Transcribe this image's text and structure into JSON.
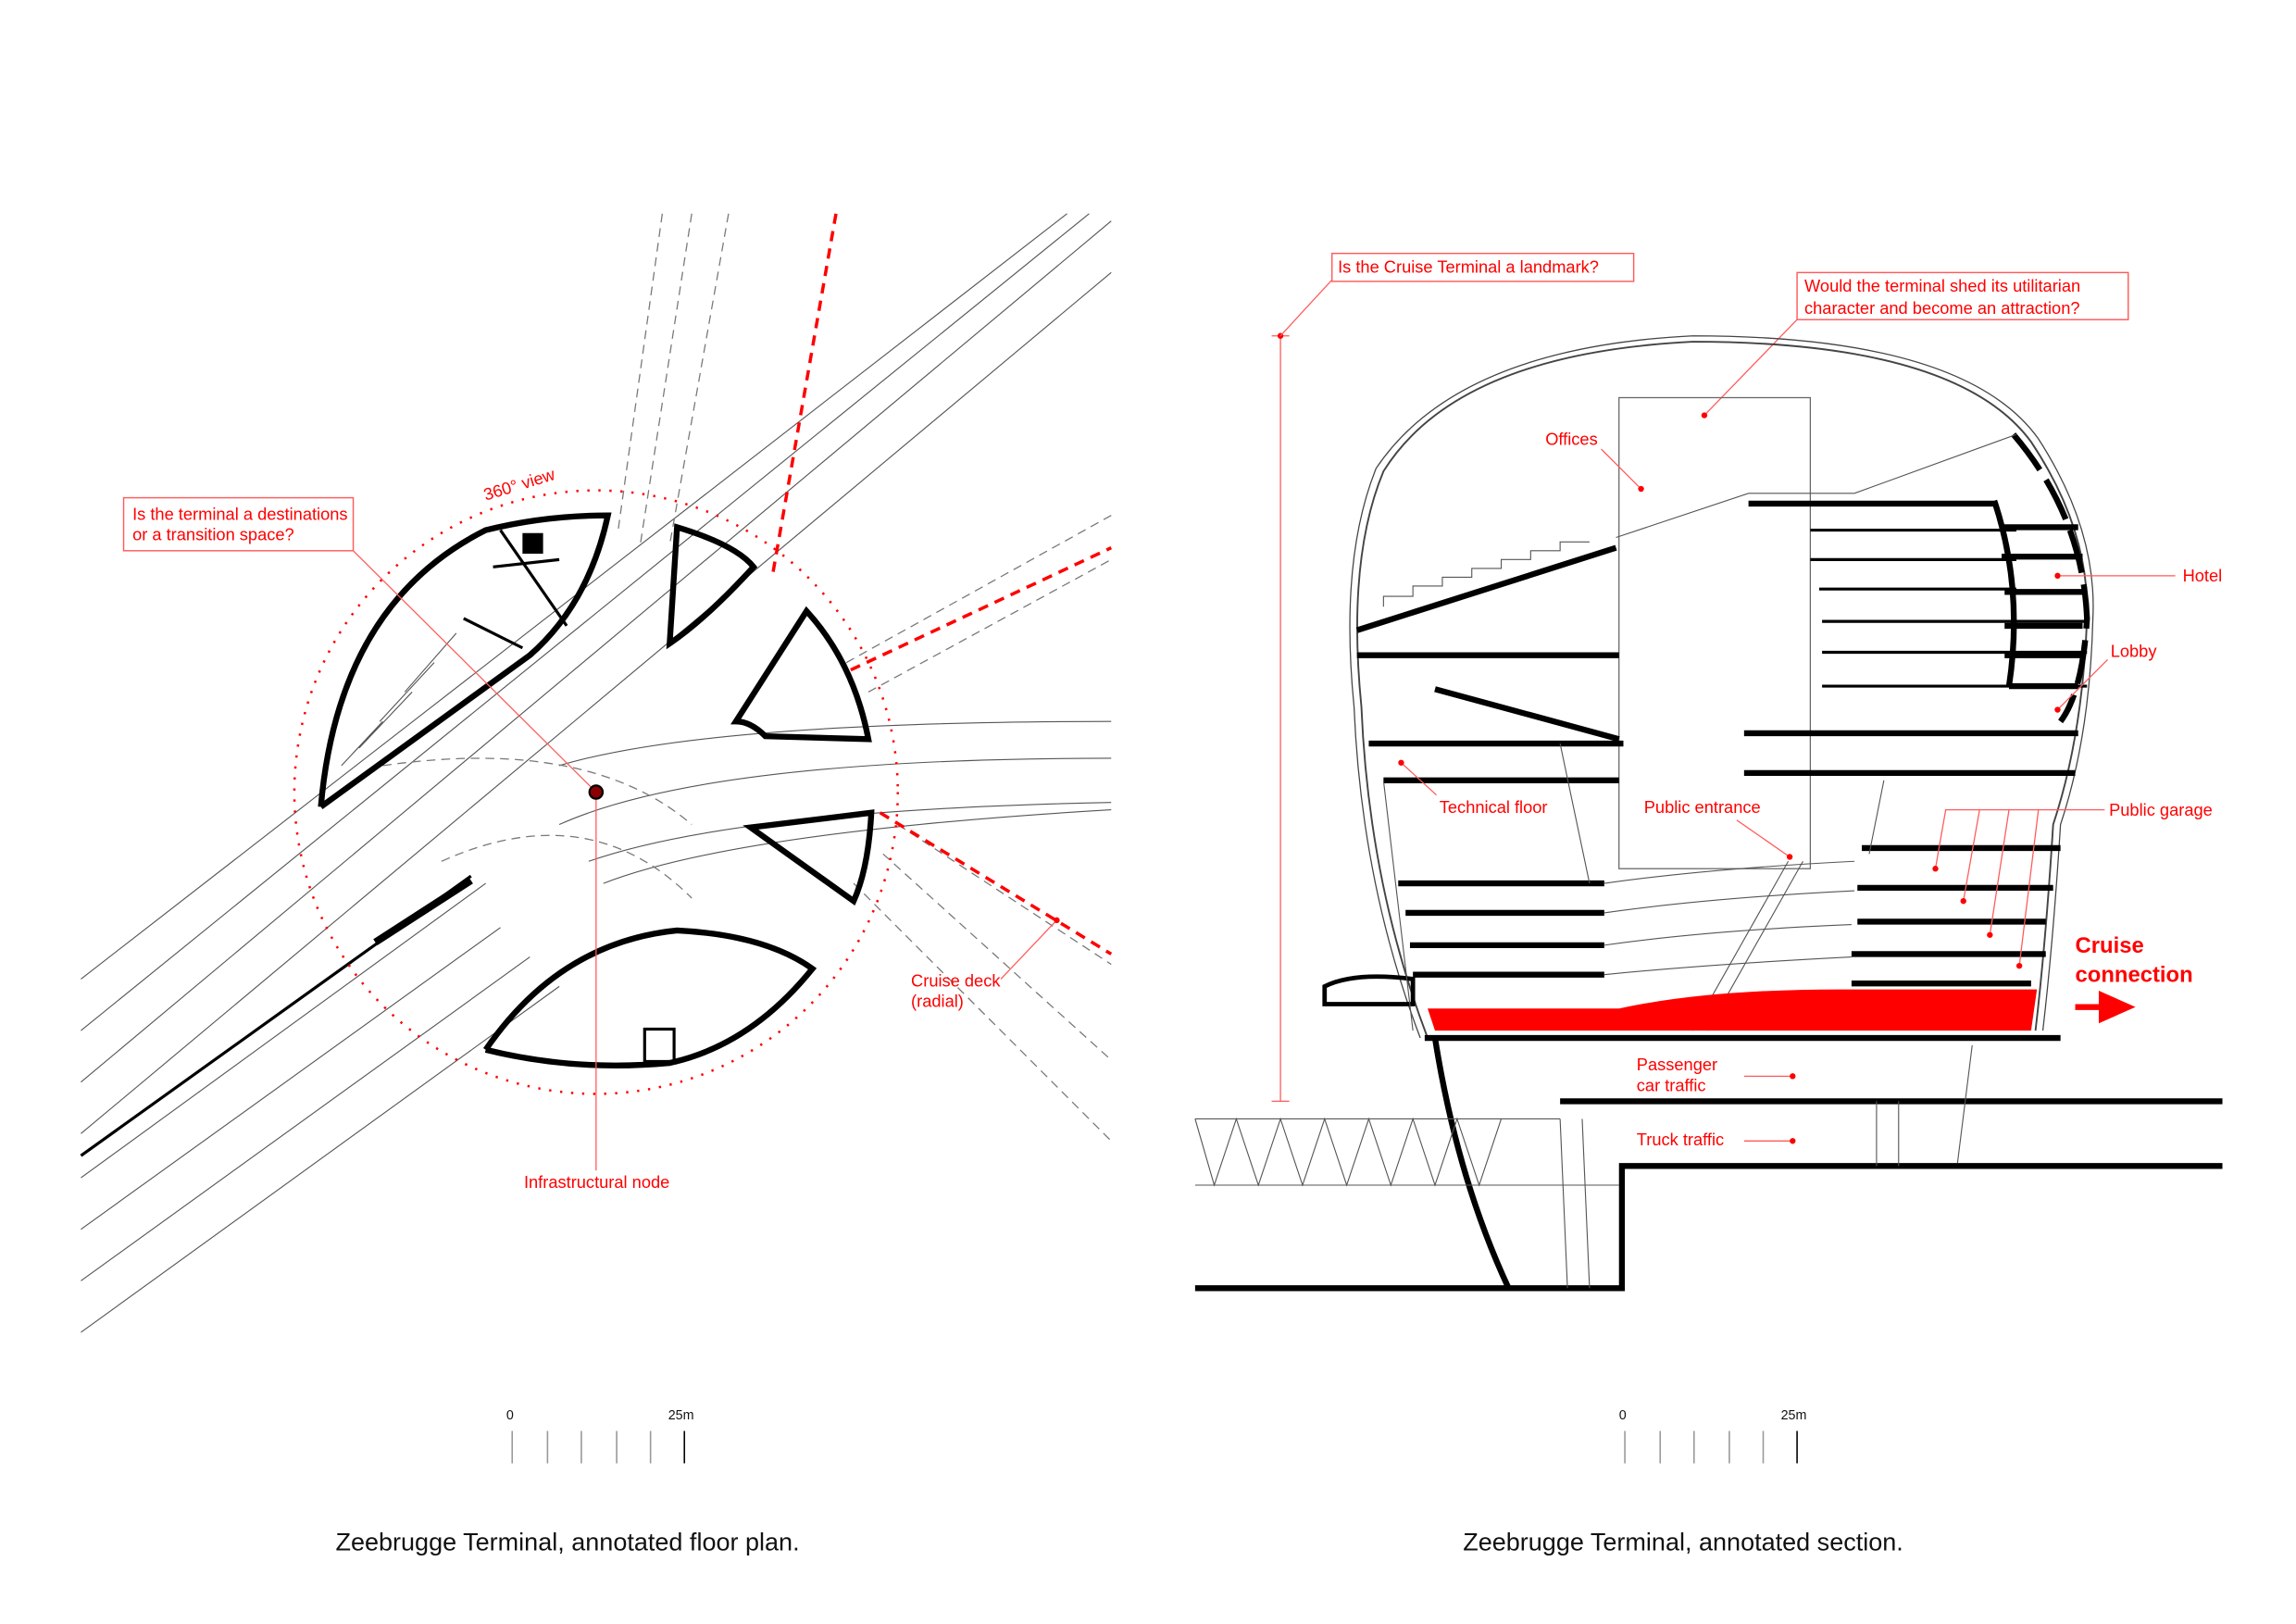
{
  "floor_plan": {
    "caption": "Zeebrugge Terminal, annotated floor plan.",
    "question": [
      "Is the terminal a destinations",
      "or a transition space?"
    ],
    "view_label": "360° view",
    "node_label": "Infrastructural node",
    "cruise_deck": [
      "Cruise deck",
      "(radial)"
    ],
    "scale": {
      "start": "0",
      "end": "25m"
    }
  },
  "section": {
    "caption": "Zeebrugge Terminal, annotated section.",
    "question_landmark": "Is the Cruise Terminal a landmark?",
    "question_attraction": [
      "Would the terminal shed its utilitarian",
      "character and become an attraction?"
    ],
    "labels": {
      "offices": "Offices",
      "hotel": "Hotel",
      "lobby": "Lobby",
      "technical_floor": "Technical floor",
      "public_entrance": "Public entrance",
      "public_garage": "Public garage",
      "passenger": [
        "Passenger",
        "car traffic"
      ],
      "truck": "Truck traffic"
    },
    "cruise_connection": [
      "Cruise",
      "connection"
    ],
    "scale": {
      "start": "0",
      "end": "25m"
    }
  },
  "colors": {
    "accent": "#ff0000",
    "ink": "#000000"
  }
}
